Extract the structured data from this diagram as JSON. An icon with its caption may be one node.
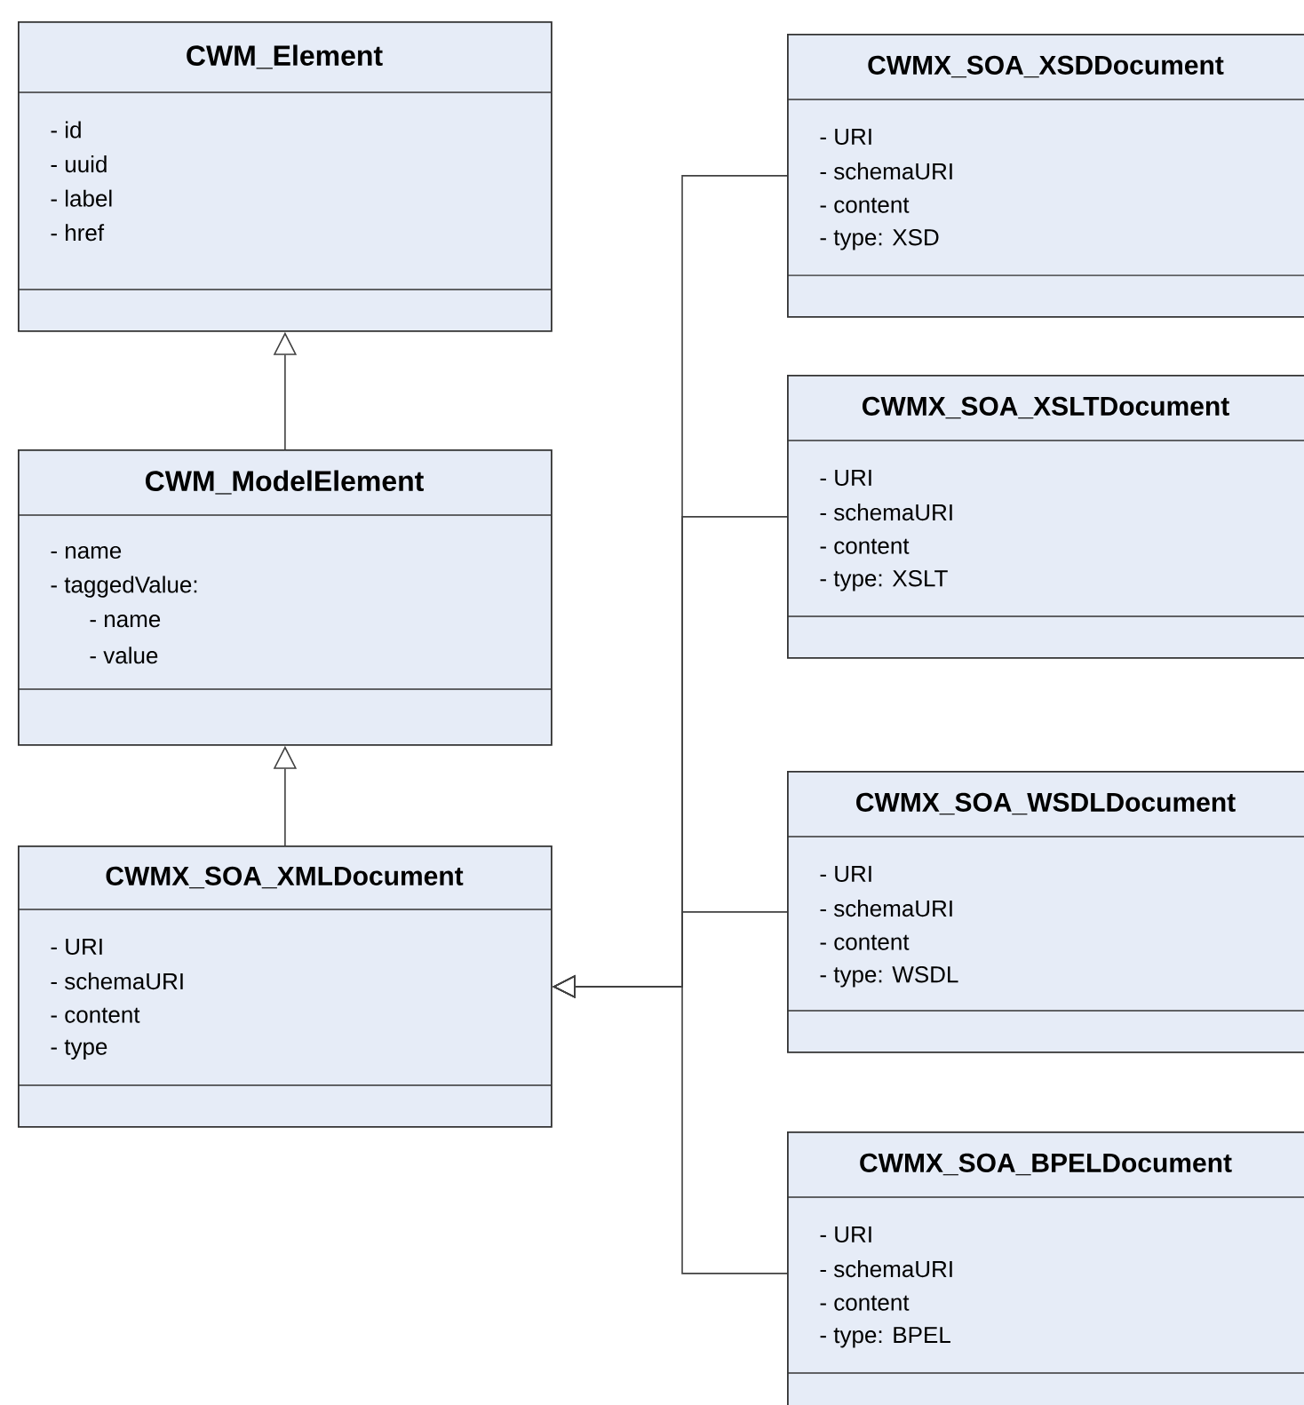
{
  "diagram": {
    "nodes": [
      {
        "text": [
          "CWM_Element",
          "- id",
          "- uuid",
          "- label",
          "- href"
        ]
      },
      {
        "text": [
          "CWM_ModelElement",
          "- name",
          "- taggedValue:",
          "- name",
          "- value"
        ]
      },
      {
        "text": [
          "CWMX_SOA_XMLDocument",
          "- URI",
          "- schemaURI",
          "- content",
          "- type"
        ]
      },
      {
        "text": [
          "CWMX_SOA_XSDDocument",
          "- URI",
          "- schemaURI",
          "- content",
          "- type: XSD"
        ]
      },
      {
        "text": [
          "CWMX_SOA_XSLTDocument",
          "- URI",
          "- schemaURI",
          "- content",
          "- type: XSLT"
        ]
      },
      {
        "text": [
          "CWMX_SOA_WSDLDocument",
          "- URI",
          "- schemaURI",
          "- content",
          "- type: WSDL"
        ]
      },
      {
        "text": [
          "CWMX_SOA_BPELDocument",
          "- URI",
          "- schemaURI",
          "- content",
          "- type: BPEL"
        ]
      }
    ],
    "edges": [
      {
        "from": 1,
        "to": 0,
        "arrow": "to"
      },
      {
        "from": 2,
        "to": 1,
        "arrow": "to"
      },
      {
        "from": 3,
        "to": 2,
        "arrow": "to"
      },
      {
        "from": 4,
        "to": 2,
        "arrow": "to"
      },
      {
        "from": 5,
        "to": 2,
        "arrow": "to"
      },
      {
        "from": 6,
        "to": 2,
        "arrow": "to"
      }
    ]
  }
}
